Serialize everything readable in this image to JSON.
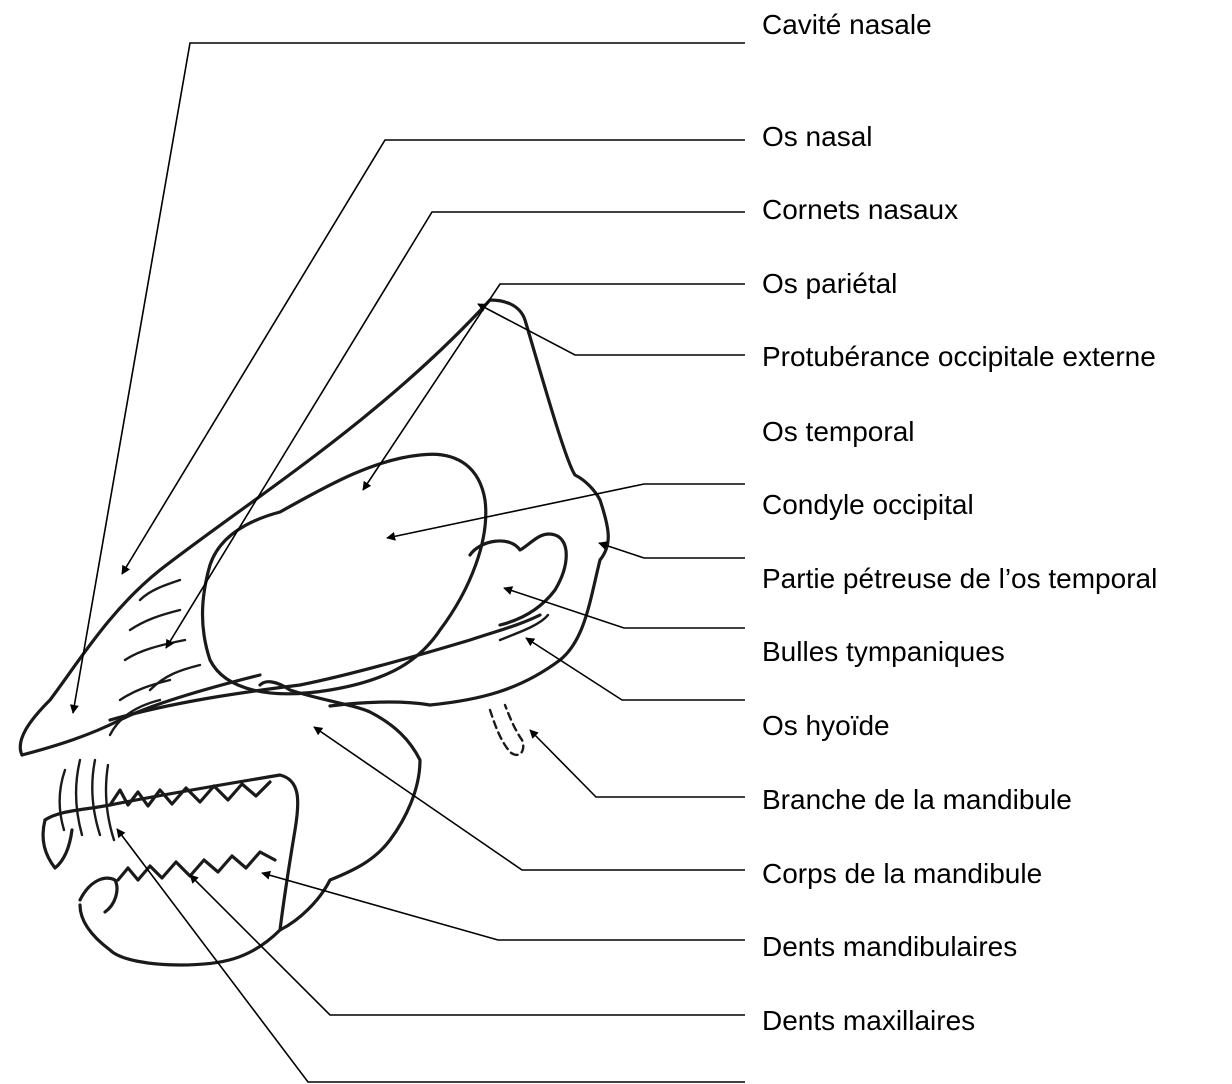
{
  "labels": [
    "Cavité nasale",
    "Os nasal",
    "Cornets nasaux",
    "Os pariétal",
    "Protubérance occipitale externe",
    "Os temporal",
    "Condyle occipital",
    "Partie pétreuse de l’os temporal",
    "Bulles tympaniques",
    "Os hyoïde",
    "Branche de la mandibule",
    "Corps de la mandibule",
    "Dents mandibulaires",
    "Dents maxillaires"
  ],
  "colors": {
    "ink": "#000000",
    "background": "#ffffff"
  }
}
